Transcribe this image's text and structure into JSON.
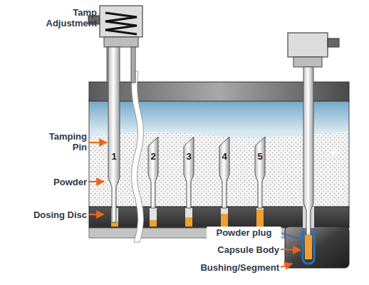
{
  "diagram": {
    "labels": [
      "Tamp Adjustment",
      "Tamping Pin",
      "1",
      "2",
      "3",
      "4",
      "5",
      "Powder",
      "Dosing Disc",
      "Powder plug",
      "Capsule Body",
      "Bushing/Segment"
    ]
  }
}
